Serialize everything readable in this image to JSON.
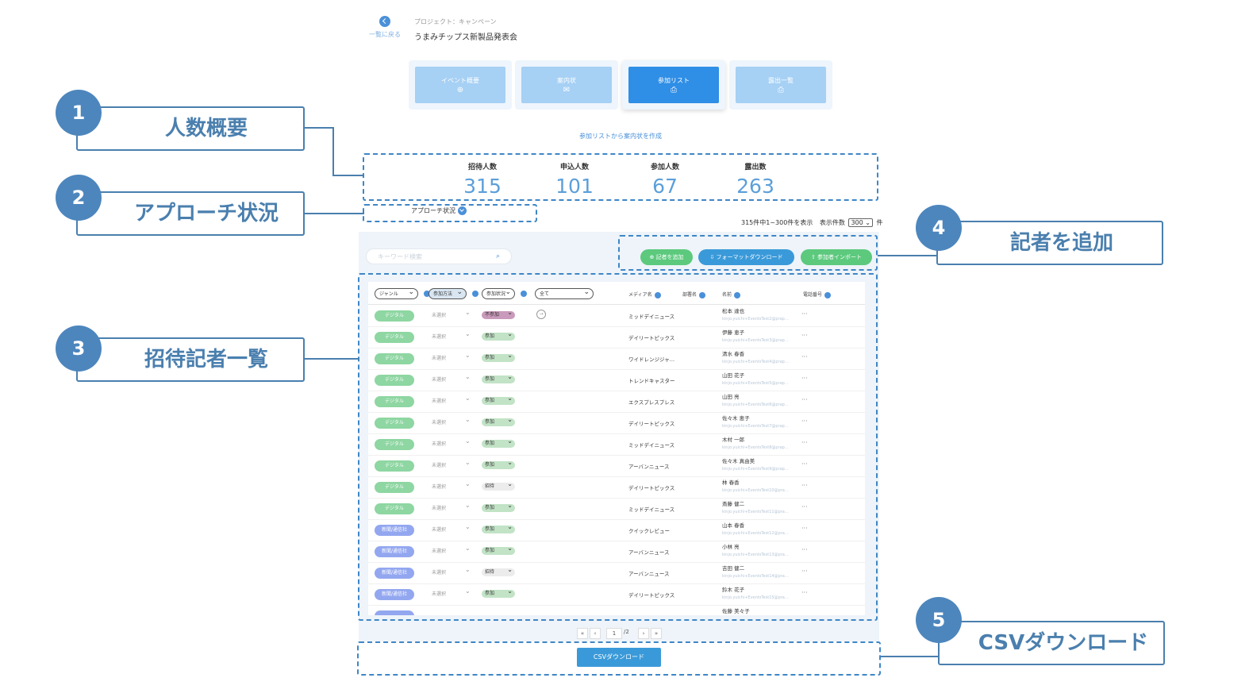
{
  "header": {
    "back_label": "一覧に戻る",
    "project_label": "プロジェクト：キャンペーン",
    "project_name": "うまみチップス新製品発表会"
  },
  "tabs": [
    {
      "label": "イベント概要",
      "icon": "globe-icon",
      "active": false
    },
    {
      "label": "案内状",
      "icon": "envelope-icon",
      "active": false
    },
    {
      "label": "参加リスト",
      "icon": "printer-icon",
      "active": true
    },
    {
      "label": "露出一覧",
      "icon": "printer-icon",
      "active": false
    }
  ],
  "create_link": "参加リストから案内状を作成",
  "stats": [
    {
      "label": "招待人数",
      "value": "315"
    },
    {
      "label": "申込人数",
      "value": "101"
    },
    {
      "label": "参加人数",
      "value": "67"
    },
    {
      "label": "露出数",
      "value": "263"
    }
  ],
  "approach_label": "アプローチ状況",
  "count_info": "315件中1~300件を表示",
  "per_page_label": "表示件数",
  "per_page_value": "300",
  "per_page_unit": "件",
  "search_placeholder": "キーワード検索",
  "buttons": {
    "add_reporter": "記者を追加",
    "format_download": "フォーマットダウンロード",
    "import": "参加者インポート",
    "csv_download": "CSVダウンロード"
  },
  "table": {
    "filters": {
      "genre": "ジャンル",
      "method": "参加方法",
      "status": "参加状況",
      "all": "全て"
    },
    "headers": {
      "media": "メディア名",
      "dept": "部署名",
      "name": "名前",
      "phone": "電話番号"
    },
    "rows": [
      {
        "genre": "デジタル",
        "genre_color": "green",
        "method": "未選択",
        "status": "不参加",
        "media": "ミッドデイニュース",
        "name": "松本 達也",
        "email": "kinjo.yuichi+EventsTest2@prap…"
      },
      {
        "genre": "デジタル",
        "genre_color": "green",
        "method": "未選択",
        "status": "参加",
        "media": "デイリートピックス",
        "name": "伊藤 恵子",
        "email": "kinjo.yuichi+EventsTest3@prap…"
      },
      {
        "genre": "デジタル",
        "genre_color": "green",
        "method": "未選択",
        "status": "参加",
        "media": "ワイドレンジジャ…",
        "name": "清水 春香",
        "email": "kinjo.yuichi+EventsTest4@prap…"
      },
      {
        "genre": "デジタル",
        "genre_color": "green",
        "method": "未選択",
        "status": "参加",
        "media": "トレンドキャスター",
        "name": "山田 花子",
        "email": "kinjo.yuichi+EventsTest5@prap…"
      },
      {
        "genre": "デジタル",
        "genre_color": "green",
        "method": "未選択",
        "status": "参加",
        "media": "エクスプレスプレス",
        "name": "山田 亮",
        "email": "kinjo.yuichi+EventsTest6@prap…"
      },
      {
        "genre": "デジタル",
        "genre_color": "green",
        "method": "未選択",
        "status": "参加",
        "media": "デイリートピックス",
        "name": "佐々木 恵子",
        "email": "kinjo.yuichi+EventsTest7@prap…"
      },
      {
        "genre": "デジタル",
        "genre_color": "green",
        "method": "未選択",
        "status": "参加",
        "media": "ミッドデイニュース",
        "name": "木村 一郎",
        "email": "kinjo.yuichi+EventsTest8@prap…"
      },
      {
        "genre": "デジタル",
        "genre_color": "green",
        "method": "未選択",
        "status": "参加",
        "media": "アーバンニュース",
        "name": "佐々木 真由美",
        "email": "kinjo.yuichi+EventsTest9@prap…"
      },
      {
        "genre": "デジタル",
        "genre_color": "green",
        "method": "未選択",
        "status": "招待",
        "media": "デイリートピックス",
        "name": "林 春香",
        "email": "kinjo.yuichi+EventsTest10@pra…"
      },
      {
        "genre": "デジタル",
        "genre_color": "green",
        "method": "未選択",
        "status": "参加",
        "media": "ミッドデイニュース",
        "name": "斎藤 健二",
        "email": "kinjo.yuichi+EventsTest11@pra…"
      },
      {
        "genre": "新聞/通信社",
        "genre_color": "purple",
        "method": "未選択",
        "status": "参加",
        "media": "クイックレビュー",
        "name": "山本 春香",
        "email": "kinjo.yuichi+EventsTest12@pra…"
      },
      {
        "genre": "新聞/通信社",
        "genre_color": "purple",
        "method": "未選択",
        "status": "参加",
        "media": "アーバンニュース",
        "name": "小林 亮",
        "email": "kinjo.yuichi+EventsTest13@pra…"
      },
      {
        "genre": "新聞/通信社",
        "genre_color": "purple",
        "method": "未選択",
        "status": "招待",
        "media": "アーバンニュース",
        "name": "吉田 健二",
        "email": "kinjo.yuichi+EventsTest14@pra…"
      },
      {
        "genre": "新聞/通信社",
        "genre_color": "purple",
        "method": "未選択",
        "status": "参加",
        "media": "デイリートピックス",
        "name": "鈴木 花子",
        "email": "kinjo.yuichi+EventsTest15@pra…"
      },
      {
        "genre": "",
        "genre_color": "purple",
        "method": "",
        "status": "",
        "media": "",
        "name": "佐藤 美々子",
        "email": ""
      }
    ]
  },
  "pagination": {
    "first": "«",
    "prev": "‹",
    "page": "1",
    "total": "/2",
    "next": "›",
    "last": "»"
  },
  "callouts": [
    {
      "number": "1",
      "label": "人数概要"
    },
    {
      "number": "2",
      "label": "アプローチ状況"
    },
    {
      "number": "3",
      "label": "招待記者一覧"
    },
    {
      "number": "4",
      "label": "記者を追加"
    },
    {
      "number": "5",
      "label": "CSVダウンロード"
    }
  ],
  "colors": {
    "accent": "#2f8ee6",
    "callout": "#4a7fae",
    "green_button": "#5cc97d",
    "genre_digital": "#8ed6a2",
    "genre_newspaper": "#93a7f0"
  }
}
